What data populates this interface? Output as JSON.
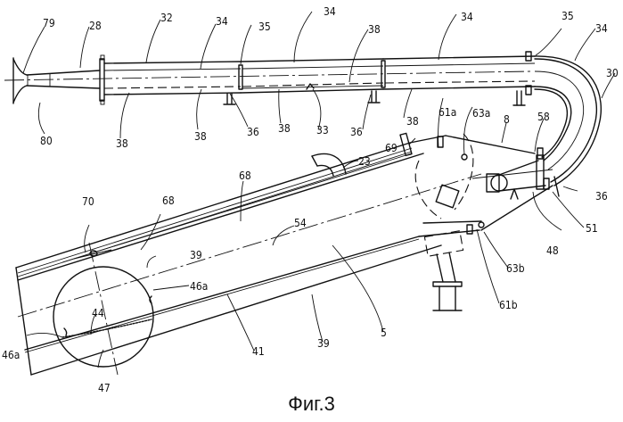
{
  "figure": {
    "caption": "Фиг.3",
    "type": "patent technical drawing"
  },
  "labels": {
    "l79": "79",
    "l28": "28",
    "l32": "32",
    "l34a": "34",
    "l35a": "35",
    "l34b": "34",
    "l38a": "38",
    "l34c": "34",
    "l35b": "35",
    "l34d": "34",
    "l30": "30",
    "l80": "80",
    "l38b": "38",
    "l38c": "38",
    "l36a": "36",
    "l38d": "38",
    "l33": "33",
    "l36b": "36",
    "l38e": "38",
    "l61a": "61a",
    "l63a": "63a",
    "l8": "8",
    "l58": "58",
    "l69": "69",
    "l23": "23",
    "l36c": "36",
    "l68a": "68",
    "l70": "70",
    "l68b": "68",
    "l54": "54",
    "l39a": "39",
    "l46a1": "46a",
    "l44": "44",
    "l46a2": "46a",
    "l47": "47",
    "l41": "41",
    "l39b": "39",
    "l5": "5",
    "l63b": "63b",
    "l61b": "61b",
    "l48": "48",
    "l51": "51"
  }
}
